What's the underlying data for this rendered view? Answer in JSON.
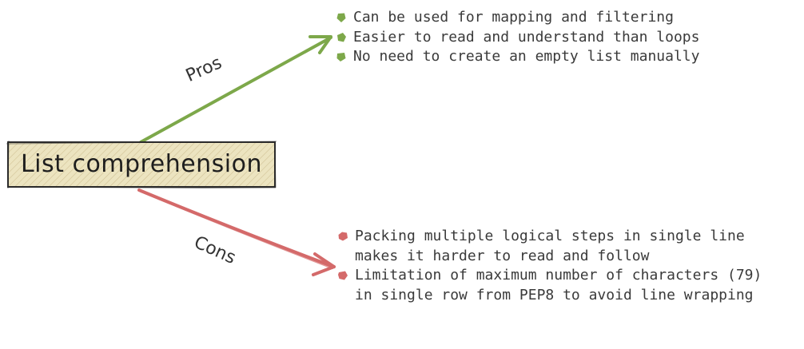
{
  "center": {
    "label": "List comprehension",
    "fill": "#ece4c0",
    "stroke": "#2b2b2b"
  },
  "pros": {
    "label": "Pros",
    "color": "#7da84a",
    "items": [
      {
        "lines": [
          "Can be used for mapping and filtering"
        ]
      },
      {
        "lines": [
          "Easier to read and understand than loops"
        ]
      },
      {
        "lines": [
          "No need to create an empty list manually"
        ]
      }
    ]
  },
  "cons": {
    "label": "Cons",
    "color": "#d46a6a",
    "items": [
      {
        "lines": [
          "Packing multiple logical steps in single line",
          "makes it harder to read and follow"
        ]
      },
      {
        "lines": [
          "Limitation of maximum number of characters (79)",
          "in single row from PEP8 to avoid line wrapping"
        ]
      }
    ]
  }
}
